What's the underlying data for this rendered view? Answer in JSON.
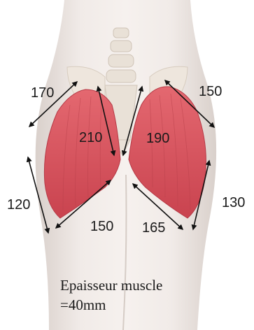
{
  "measurements": [
    {
      "id": "upper-left",
      "value": "170"
    },
    {
      "id": "upper-right",
      "value": "150"
    },
    {
      "id": "inner-left",
      "value": "210"
    },
    {
      "id": "inner-right",
      "value": "190"
    },
    {
      "id": "lateral-left",
      "value": "120"
    },
    {
      "id": "lateral-right",
      "value": "130"
    },
    {
      "id": "lower-left",
      "value": "150"
    },
    {
      "id": "lower-right",
      "value": "165"
    }
  ],
  "note": {
    "line1": "Epaisseur muscle",
    "line2": "=40mm"
  },
  "colors": {
    "muscle": "#d9535c",
    "muscle_dark": "#b63a46",
    "skin": "#efe7e3",
    "bone": "#e8e0d6",
    "arrow": "#111111"
  }
}
